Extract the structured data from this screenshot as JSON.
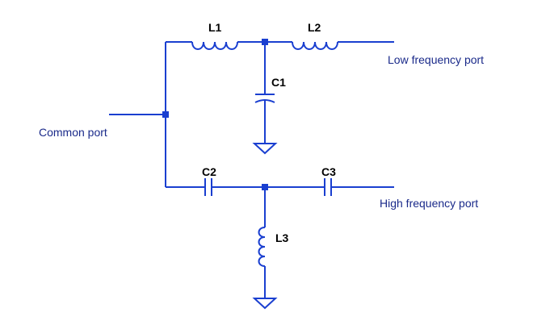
{
  "labels": {
    "L1": "L1",
    "L2": "L2",
    "L3": "L3",
    "C1": "C1",
    "C2": "C2",
    "C3": "C3"
  },
  "ports": {
    "common": "Common port",
    "low": "Low frequency port",
    "high": "High frequency port"
  },
  "colors": {
    "wire": "#1a3fd0",
    "port_text": "#1a2a8a",
    "ref_text": "#000000",
    "background": "#ffffff"
  }
}
